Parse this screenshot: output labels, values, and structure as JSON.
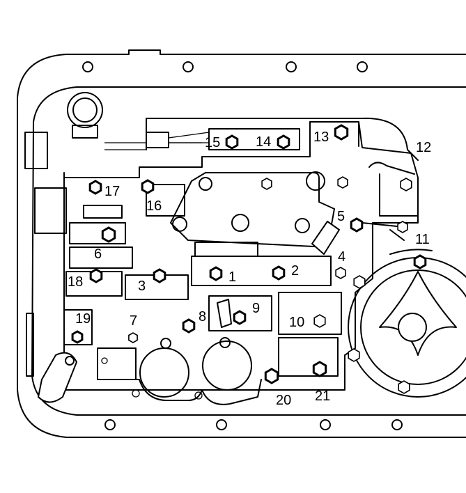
{
  "bolt_callouts": [
    {
      "id": "1",
      "label": "1"
    },
    {
      "id": "2",
      "label": "2"
    },
    {
      "id": "3",
      "label": "3"
    },
    {
      "id": "4",
      "label": "4"
    },
    {
      "id": "5",
      "label": "5"
    },
    {
      "id": "6",
      "label": "6"
    },
    {
      "id": "7",
      "label": "7"
    },
    {
      "id": "8",
      "label": "8"
    },
    {
      "id": "9",
      "label": "9"
    },
    {
      "id": "10",
      "label": "10"
    },
    {
      "id": "11",
      "label": "11"
    },
    {
      "id": "12",
      "label": "12"
    },
    {
      "id": "13",
      "label": "13"
    },
    {
      "id": "14",
      "label": "14"
    },
    {
      "id": "15",
      "label": "15"
    },
    {
      "id": "16",
      "label": "16"
    },
    {
      "id": "17",
      "label": "17"
    },
    {
      "id": "18",
      "label": "18"
    },
    {
      "id": "19",
      "label": "19"
    },
    {
      "id": "20",
      "label": "20"
    },
    {
      "id": "21",
      "label": "21"
    }
  ]
}
